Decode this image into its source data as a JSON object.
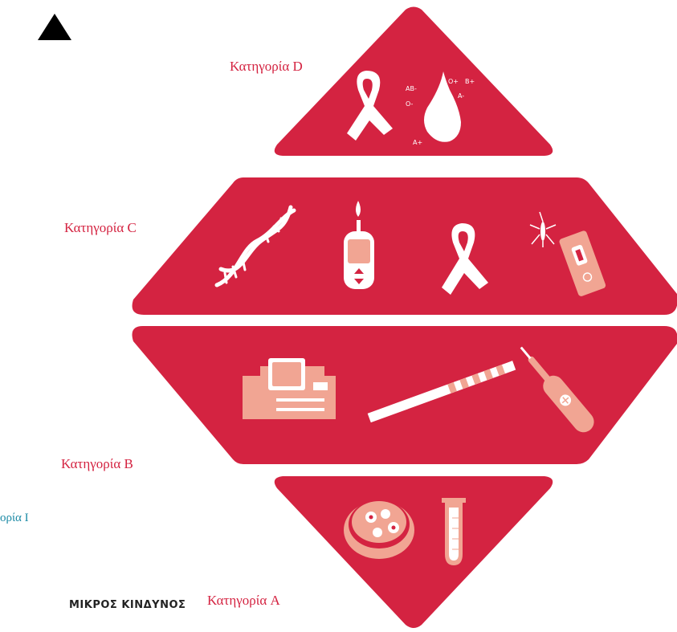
{
  "labels": {
    "cat_d": "Κατηγορία D",
    "cat_c": "Κατηγορία  C",
    "cat_b": "Κατηγορία B",
    "cat_a": "Κατηγορία  A",
    "cat_partial": "ορία I"
  },
  "risk_text": "ΜΙΚΡΟΣ ΚΙΝΔΥΝΟΣ",
  "blood_types": [
    "AB-",
    "O-",
    "O+",
    "B+",
    "A-",
    "A+"
  ],
  "colors": {
    "primary": "#d42341",
    "icon_light": "#f1a593",
    "label_red": "#d42341",
    "label_teal": "#1b8aa5"
  }
}
